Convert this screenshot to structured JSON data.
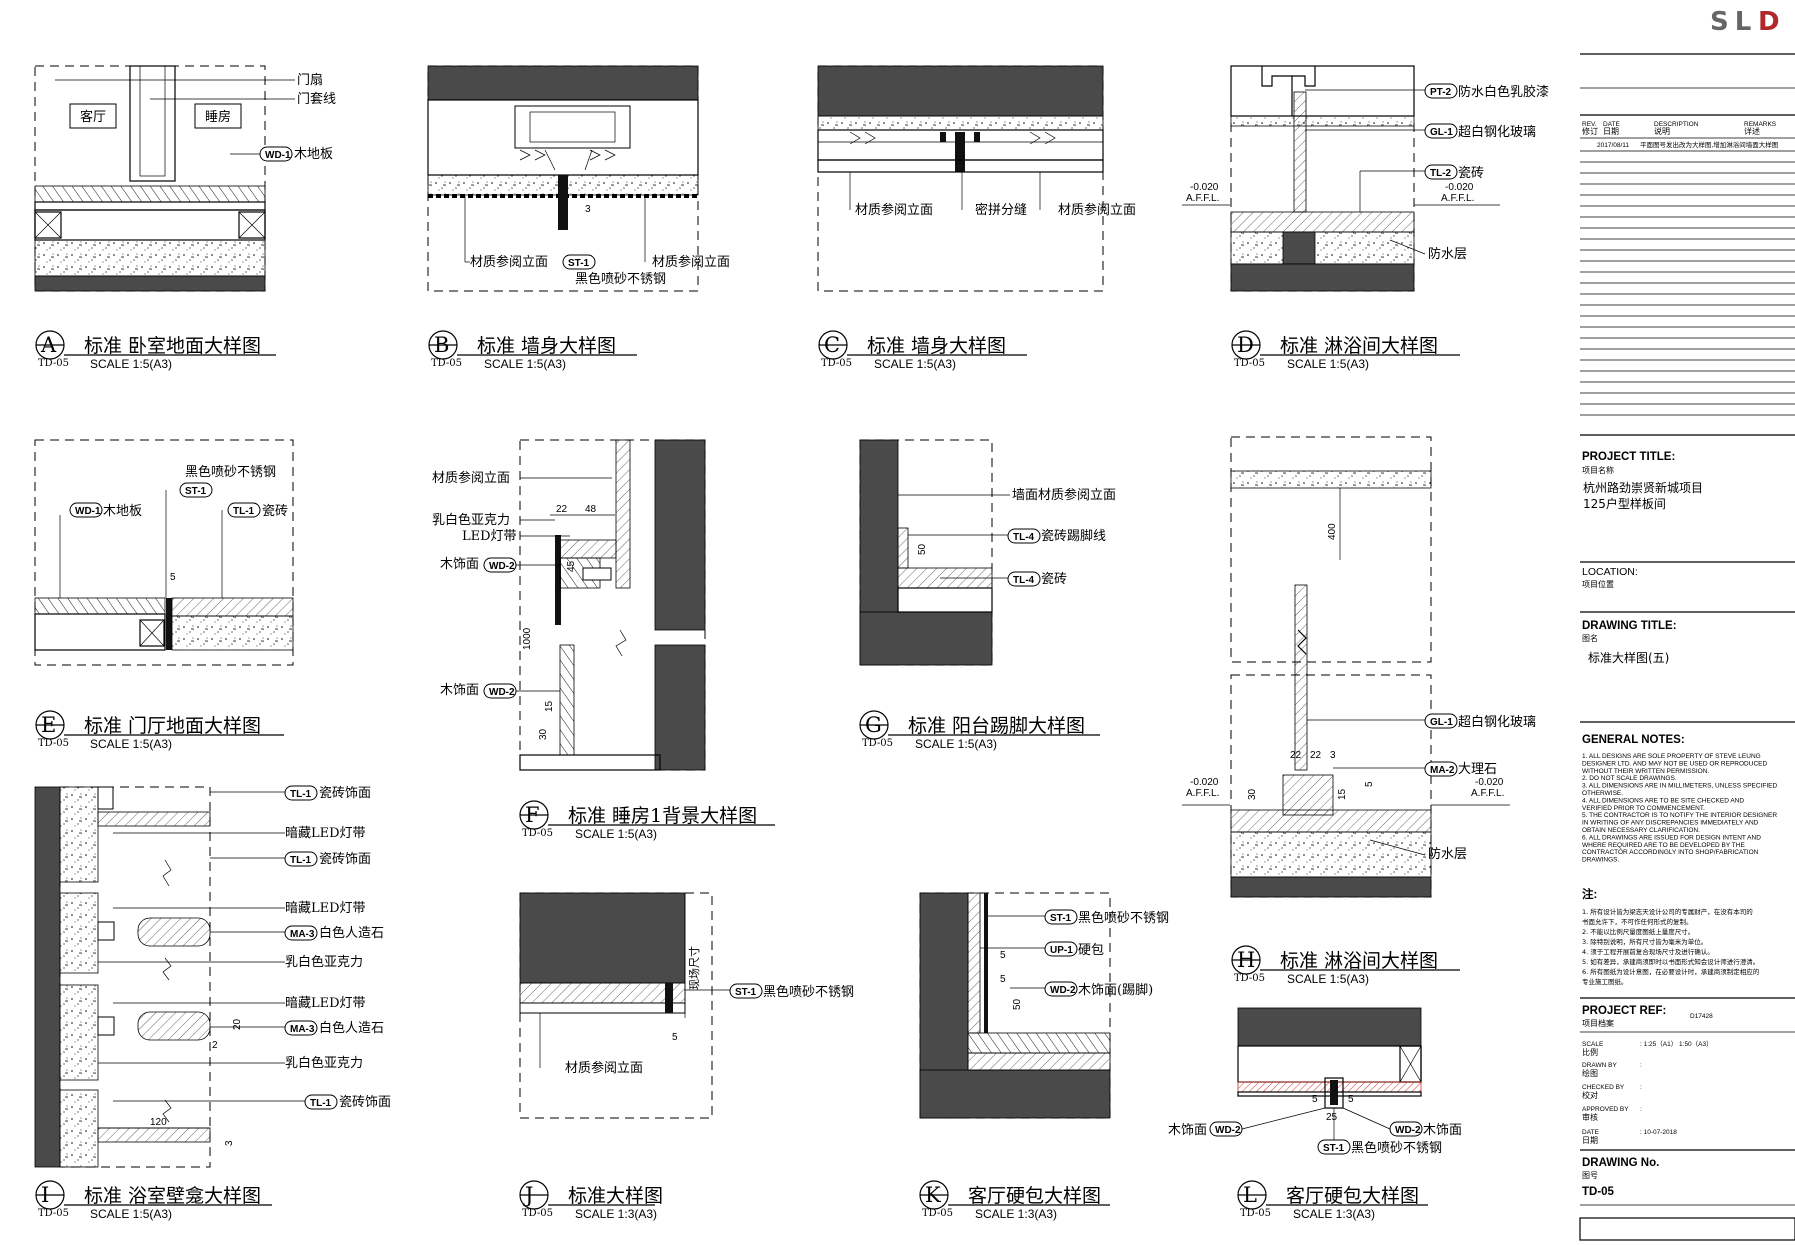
{
  "logo": {
    "text": "SL",
    "accent": "D",
    "accent_color": "#b0282c"
  },
  "details": {
    "A": {
      "letter": "A",
      "title": "标准 卧室地面大样图",
      "ref": "TD-05",
      "scale": "SCALE 1:5(A3)",
      "labels": [
        "门扇",
        "门套线",
        "木地板",
        "客厅",
        "睡房"
      ],
      "tags": [
        "WD-1"
      ]
    },
    "B": {
      "letter": "B",
      "title": "标准 墙身大样图",
      "ref": "TD-05",
      "scale": "SCALE 1:5(A3)",
      "labels": [
        "材质参阅立面",
        "材质参阅立面",
        "黑色喷砂不锈钢"
      ],
      "tags": [
        "ST-1"
      ],
      "dims": [
        "3"
      ]
    },
    "C": {
      "letter": "C",
      "title": "标准 墙身大样图",
      "ref": "TD-05",
      "scale": "SCALE 1:5(A3)",
      "labels": [
        "材质参阅立面",
        "密拼分缝",
        "材质参阅立面"
      ]
    },
    "D": {
      "letter": "D",
      "title": "标准 淋浴间大样图",
      "ref": "TD-05",
      "scale": "SCALE 1:5(A3)",
      "labels": [
        "防水白色乳胶漆",
        "超白钢化玻璃",
        "瓷砖",
        "防水层"
      ],
      "tags": [
        "PT-2",
        "GL-1",
        "TL-2"
      ],
      "levels": [
        "-0.020",
        "A.F.F.L.",
        "-0.020",
        "A.F.F.L."
      ]
    },
    "E": {
      "letter": "E",
      "title": "标准 门厅地面大样图",
      "ref": "TD-05",
      "scale": "SCALE 1:5(A3)",
      "labels": [
        "黑色喷砂不锈钢",
        "木地板",
        "瓷砖"
      ],
      "tags": [
        "ST-1",
        "WD-1",
        "TL-1"
      ],
      "dims": [
        "5"
      ]
    },
    "F": {
      "letter": "F",
      "title": "标准 睡房1背景大样图",
      "ref": "TD-05",
      "scale": "SCALE 1:5(A3)",
      "labels": [
        "材质参阅立面",
        "乳白色亚克力",
        "LED灯带",
        "木饰面",
        "木饰面"
      ],
      "tags": [
        "WD-2",
        "WD-2"
      ],
      "dims": [
        "22",
        "48",
        "45",
        "1000",
        "15",
        "30"
      ]
    },
    "G": {
      "letter": "G",
      "title": "标准 阳台踢脚大样图",
      "ref": "TD-05",
      "scale": "SCALE 1:5(A3)",
      "labels": [
        "墙面材质参阅立面",
        "瓷砖踢脚线",
        "瓷砖"
      ],
      "tags": [
        "TL-4",
        "TL-4"
      ],
      "dims": [
        "50"
      ]
    },
    "H": {
      "letter": "H",
      "title": "标准 淋浴间大样图",
      "ref": "TD-05",
      "scale": "SCALE 1:5(A3)",
      "labels": [
        "超白钢化玻璃",
        "大理石",
        "防水层"
      ],
      "tags": [
        "GL-1",
        "MA-2"
      ],
      "dims": [
        "400",
        "22",
        "22",
        "3",
        "30",
        "15",
        "5"
      ],
      "levels": [
        "-0.020",
        "A.F.F.L.",
        "-0.020",
        "A.F.F.L."
      ]
    },
    "I": {
      "letter": "I",
      "title": "标准 浴室壁龛大样图",
      "ref": "TD-05",
      "scale": "SCALE 1:5(A3)",
      "labels": [
        "瓷砖饰面",
        "暗藏LED灯带",
        "瓷砖饰面",
        "暗藏LED灯带",
        "白色人造石",
        "乳白色亚克力",
        "暗藏LED灯带",
        "白色人造石",
        "乳白色亚克力",
        "瓷砖饰面"
      ],
      "tags": [
        "TL-1",
        "TL-1",
        "MA-3",
        "MA-3",
        "TL-1"
      ],
      "dims": [
        "20",
        "2",
        "120",
        "3"
      ]
    },
    "J": {
      "letter": "J",
      "title": "标准大样图",
      "ref": "TD-05",
      "scale": "SCALE 1:3(A3)",
      "labels": [
        "现场尺寸",
        "黑色喷砂不锈钢",
        "材质参阅立面"
      ],
      "tags": [
        "ST-1"
      ],
      "dims": [
        "5"
      ]
    },
    "K": {
      "letter": "K",
      "title": "客厅硬包大样图",
      "ref": "TD-05",
      "scale": "SCALE 1:3(A3)",
      "labels": [
        "黑色喷砂不锈钢",
        "硬包",
        "木饰面(踢脚)"
      ],
      "tags": [
        "ST-1",
        "UP-1",
        "WD-2"
      ],
      "dims": [
        "5",
        "5",
        "50"
      ]
    },
    "L": {
      "letter": "L",
      "title": "客厅硬包大样图",
      "ref": "TD-05",
      "scale": "SCALE 1:3(A3)",
      "labels": [
        "木饰面",
        "木饰面",
        "黑色喷砂不锈钢"
      ],
      "tags": [
        "WD-2",
        "WD-2",
        "ST-1"
      ],
      "dims": [
        "5",
        "5",
        "25"
      ]
    }
  },
  "title_block": {
    "rev_headers": {
      "rev": "REV.",
      "rev_cn": "修订",
      "date": "DATE",
      "date_cn": "日期",
      "desc": "DESCRIPTION",
      "desc_cn": "说明",
      "remarks": "REMARKS",
      "remarks_cn": "详述"
    },
    "rev_row": {
      "date": "2017/08/11",
      "desc": "平面图号发出改为大样图,增加淋浴间墙面大样图"
    },
    "project_title_label": "PROJECT TITLE:",
    "project_title_cn": "项目名称",
    "project_title_lines": [
      "杭州路劲崇贤新城项目",
      "125户型样板间"
    ],
    "location_label": "LOCATION:",
    "location_cn": "项目位置",
    "drawing_title_label": "DRAWING  TITLE:",
    "drawing_title_cn": "图名",
    "drawing_title_value": "标准大样图(五)",
    "general_notes_label": "GENERAL NOTES:",
    "general_notes": [
      "1. ALL DESIGNS ARE SOLE PROPERTY OF STEVE LEUNG",
      "DESIGNER LTD. AND MAY NOT BE USED OR REPRODUCED",
      "WITHOUT THEIR WRITTEN PERMISSION.",
      "2. DO NOT SCALE DRAWINGS.",
      "3. ALL DIMENSIONS ARE IN MILLIMETERS, UNLESS SPECIFIED",
      "OTHERWISE.",
      "4. ALL DIMENSIONS ARE TO BE SITE CHECKED AND",
      "VERIFIED PRIOR TO COMMENCEMENT.",
      "5. THE CONTRACTOR IS TO NOTIFY THE INTERIOR DESIGNER",
      "IN WRITING OF ANY DISCREPANCIES IMMEDIATELY AND",
      "OBTAIN NECESSARY CLARIFICATION.",
      "6. ALL DRAWINGS ARE ISSUED FOR DESIGN INTENT AND",
      "WHERE REQUIRED ARE TO BE DEVELOPED BY THE",
      "CONTRACTOR ACCORDINGLY INTO SHOP/FABRICATION",
      "DRAWINGS."
    ],
    "notes_cn_label": "注:",
    "notes_cn": [
      "1. 所有设计皆为梁志天设计公司的专属财产，在没有本司的",
      "   书面允许下，不可作任何形式的复制。",
      "2. 不能以比例尺量度图纸上量度尺寸。",
      "3. 除特别说明，所有尺寸皆为毫米为单位。",
      "4. 须于工程开展前复合现场尺寸及进行确认。",
      "5. 如有差异，承建商须即时以书面形式知会设计师进行澄清。",
      "6. 所有图纸为设计意图，在必要设计时，承建商须制定相应的",
      "   专业施工图纸。"
    ],
    "project_ref_label": "PROJECT REF:",
    "project_ref_cn": "项目档案",
    "project_ref_value": "D17428",
    "scale_label": "SCALE",
    "scale_cn": "比例",
    "scale_value": ": 1:25（A1）  1:50（A3）",
    "drawn_by_label": "DRAWN BY",
    "drawn_by_cn": "绘图",
    "checked_by_label": "CHECKED BY",
    "checked_by_cn": "校对",
    "approved_by_label": "APPROVED BY",
    "approved_by_cn": "审核",
    "colon": ":",
    "date_label": "DATE",
    "date_cn": "日期",
    "date_value": ": 10-07-2018",
    "drawing_no_label": "DRAWING No.",
    "drawing_no_cn": "图号",
    "drawing_no_value": "TD-05"
  }
}
